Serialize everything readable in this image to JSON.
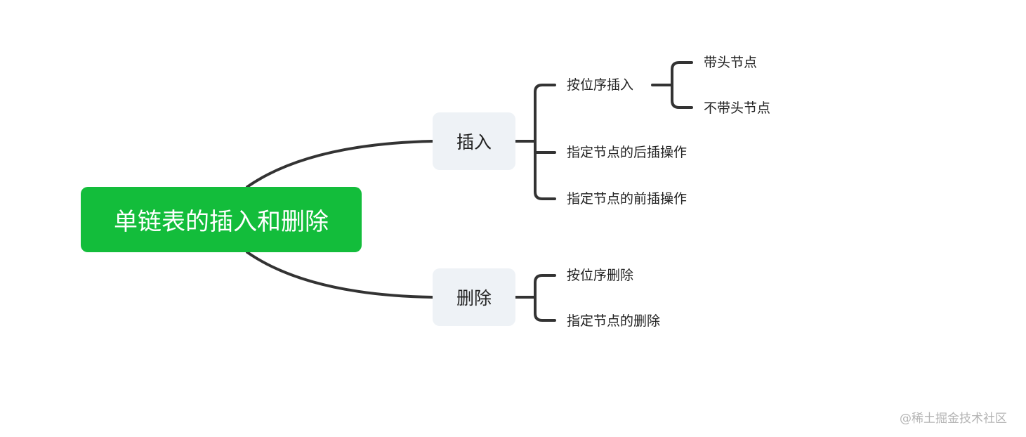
{
  "colors": {
    "root_fill": "#13bd3b",
    "branch_fill": "#eef2f6",
    "connector": "#333333",
    "watermark": "#b4b4b4"
  },
  "root": {
    "label": "单链表的插入和删除"
  },
  "branches": [
    {
      "label": "插入",
      "children": [
        {
          "label": "按位序插入",
          "children": [
            {
              "label": "带头节点"
            },
            {
              "label": "不带头节点"
            }
          ]
        },
        {
          "label": "指定节点的后插操作"
        },
        {
          "label": "指定节点的前插操作"
        }
      ]
    },
    {
      "label": "删除",
      "children": [
        {
          "label": "按位序删除"
        },
        {
          "label": "指定节点的删除"
        }
      ]
    }
  ],
  "watermark": "@稀土掘金技术社区"
}
